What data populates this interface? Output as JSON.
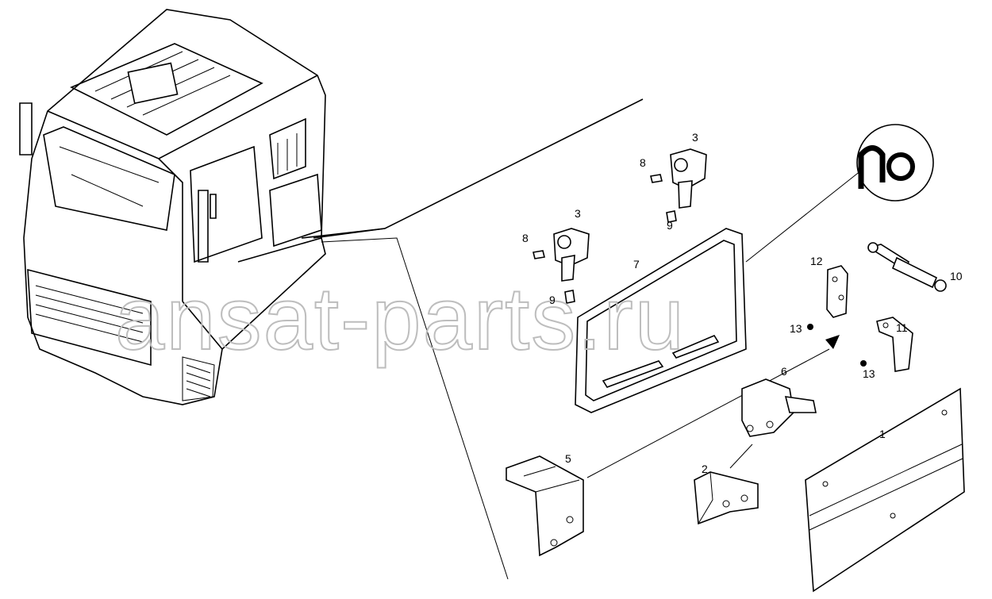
{
  "watermark": "ansat-parts.ru",
  "callouts": [
    {
      "id": "label-3a",
      "text": "3"
    },
    {
      "id": "label-8a",
      "text": "8"
    },
    {
      "id": "label-9a",
      "text": "9"
    },
    {
      "id": "label-3b",
      "text": "3"
    },
    {
      "id": "label-8b",
      "text": "8"
    },
    {
      "id": "label-7",
      "text": "7"
    },
    {
      "id": "label-9b",
      "text": "9"
    },
    {
      "id": "label-12",
      "text": "12"
    },
    {
      "id": "label-10",
      "text": "10"
    },
    {
      "id": "label-11",
      "text": "11"
    },
    {
      "id": "label-13a",
      "text": "13"
    },
    {
      "id": "label-13b",
      "text": "13"
    },
    {
      "id": "label-6",
      "text": "6"
    },
    {
      "id": "label-1",
      "text": "1"
    },
    {
      "id": "label-5",
      "text": "5"
    },
    {
      "id": "label-2",
      "text": "2"
    }
  ]
}
